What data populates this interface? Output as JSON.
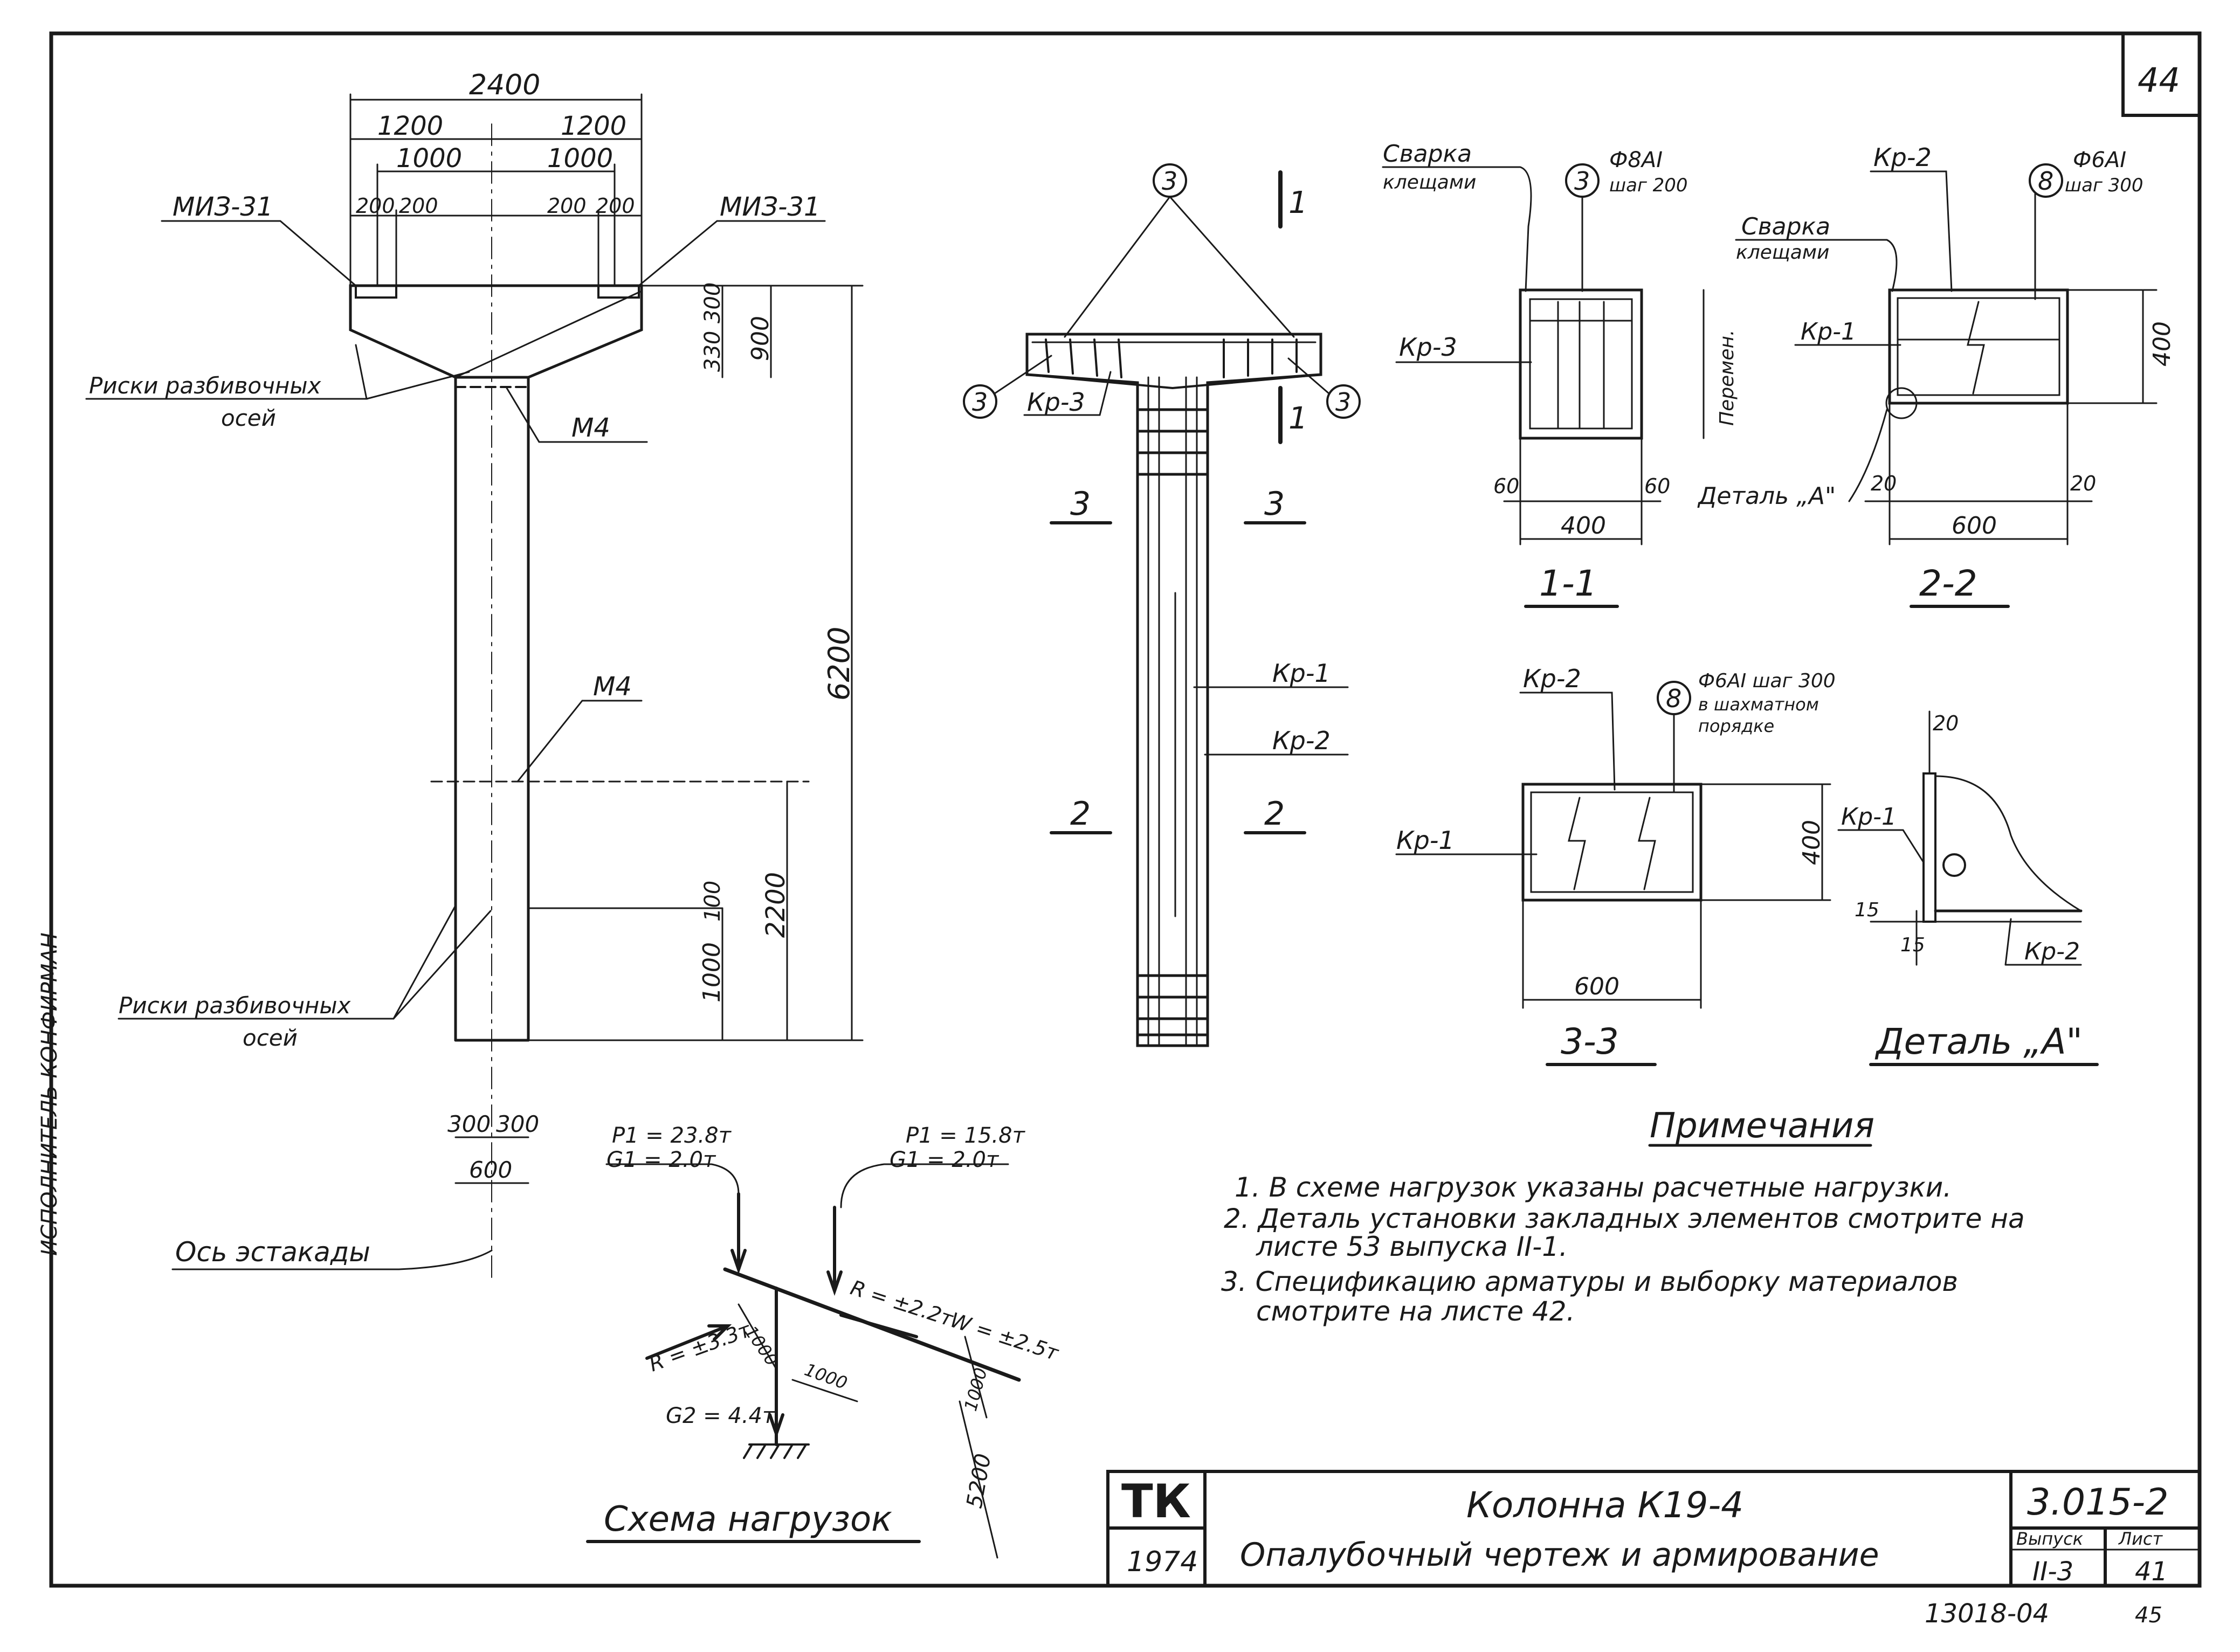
{
  "sheet": {
    "corner_number": "44",
    "side_text": "ИСПОЛНИТЕЛЬ КОНФИРМАН",
    "bottom_code": "13018-04",
    "bottom_page": "45"
  },
  "elevation": {
    "dim_2400": "2400",
    "dim_1200_left": "1200",
    "dim_1200_right": "1200",
    "dim_1000_left": "1000",
    "dim_1000_right": "1000",
    "dim_200_a": "200",
    "dim_200_b": "200",
    "dim_200_c": "200",
    "dim_200_d": "200",
    "label_miz_left": "МИЗ-31",
    "label_miz_right": "МИЗ-31",
    "label_riski_top": "Риски разбивочных",
    "label_riski_top_2": "осей",
    "label_m4_top": "М4",
    "label_m4_mid": "М4",
    "dim_300": "300",
    "dim_330": "330",
    "dim_900": "900",
    "dim_6200": "6200",
    "dim_100": "100",
    "dim_1000": "1000",
    "dim_2200": "2200",
    "label_riski_bottom": "Риски разбивочных",
    "label_riski_bottom_2": "осей",
    "dim_300_a": "300",
    "dim_300_b": "300",
    "dim_600": "600",
    "label_axis": "Ось эстакады"
  },
  "rebar_view": {
    "mark_3_top": "3",
    "mark_3_left": "3",
    "mark_3_right": "3",
    "label_kr3": "Кр-3",
    "cut_1_top": "1",
    "cut_1_bottom": "1",
    "cut_3_left": "3",
    "cut_3_right": "3",
    "cut_2_left": "2",
    "cut_2_right": "2",
    "label_kr1": "Кр-1",
    "label_kr2": "Кр-2"
  },
  "section_1_1": {
    "weld_line1": "Сварка",
    "weld_line2": "клещами",
    "mark": "3",
    "bar_spec": "Ф8АI",
    "bar_step": "шаг 200",
    "label_kr3": "Кр-3",
    "label_var": "Перемен.",
    "dim_60_left": "60",
    "dim_60_right": "60",
    "dim_400": "400",
    "title": "1-1"
  },
  "section_2_2": {
    "label_kr2": "Кр-2",
    "mark": "8",
    "bar_spec": "Ф6АI",
    "bar_step": "шаг 300",
    "weld_line1": "Сварка",
    "weld_line2": "клещами",
    "label_kr1": "Кр-1",
    "dim_400": "400",
    "detail_ref": "Деталь „А\"",
    "dim_20_left": "20",
    "dim_20_right": "20",
    "dim_600": "600",
    "title": "2-2"
  },
  "section_3_3": {
    "label_kr2": "Кр-2",
    "mark": "8",
    "bar_spec": "Ф6АI шаг 300",
    "bar_note1": "в шахматном",
    "bar_note2": "порядке",
    "label_kr1": "Кр-1",
    "dim_400": "400",
    "dim_600": "600",
    "title": "3-3"
  },
  "detail_a": {
    "dim_20": "20",
    "label_kr1": "Кр-1",
    "dim_15_a": "15",
    "dim_15_b": "15",
    "label_kr2": "Кр-2",
    "title": "Деталь „А\""
  },
  "load_scheme": {
    "p1_left": "P1 = 23.8т",
    "g1_left": "G1 = 2.0т",
    "p1_right": "P1 = 15.8т",
    "g1_right": "G1 = 2.0т",
    "r_left": "R = ±3.3т",
    "r_right": "R = ±2.2т",
    "w": "W = ±2.5т",
    "dim_1000_a": "1000",
    "dim_1000_b": "1000",
    "dim_1000_c": "1000",
    "g2": "G2 = 4.4т",
    "dim_5200": "5200",
    "title": "Схема нагрузок"
  },
  "notes": {
    "title": "Примечания",
    "n1": "1. В схеме нагрузок указаны расчетные нагрузки.",
    "n2a": "2. Деталь установки закладных элементов смотрите на",
    "n2b": "листе 53 выпуска II-1.",
    "n3a": "3. Спецификацию арматуры и выборку материалов",
    "n3b": "смотрите на листе 42."
  },
  "title_block": {
    "logo": "ТК",
    "year": "1974",
    "name": "Колонна К19-4",
    "subtitle": "Опалубочный чертеж и армирование",
    "code": "3.015-2",
    "issue_label": "Выпуск",
    "issue_value": "II-3",
    "sheet_label": "Лист",
    "sheet_value": "41"
  }
}
